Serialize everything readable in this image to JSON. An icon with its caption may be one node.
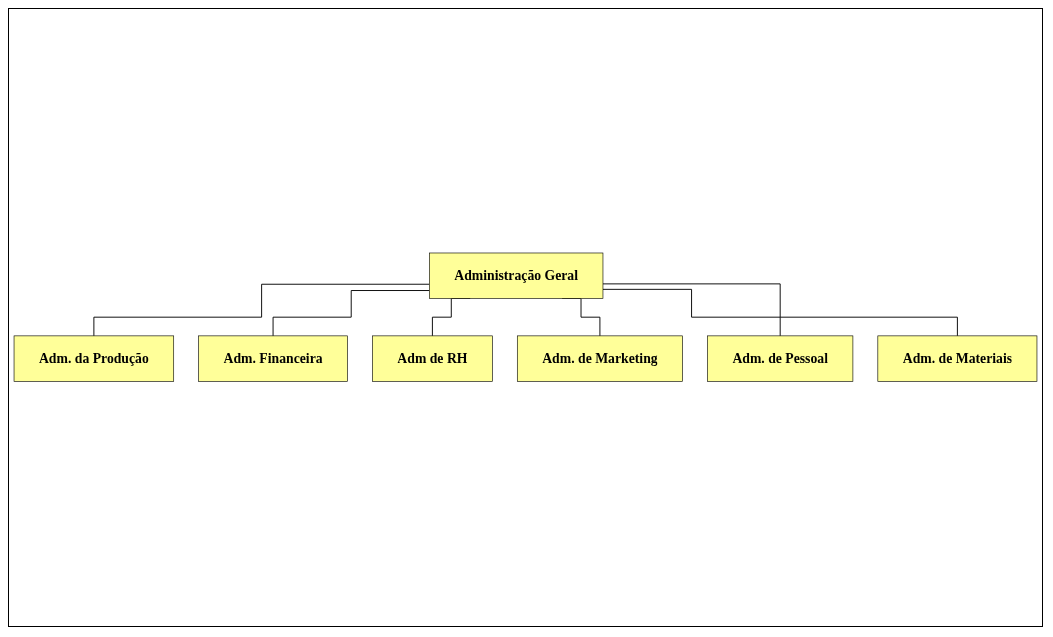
{
  "diagram": {
    "nodes": [
      {
        "text": [
          "Administração Geral"
        ]
      },
      {
        "text": [
          "Adm. da Produção"
        ]
      },
      {
        "text": [
          "Adm. Financeira"
        ]
      },
      {
        "text": [
          "Adm de RH"
        ]
      },
      {
        "text": [
          "Adm. de Marketing"
        ]
      },
      {
        "text": [
          "Adm. de Pessoal"
        ]
      },
      {
        "text": [
          "Adm. de Materiais"
        ]
      }
    ],
    "edges": [
      {
        "from": 0,
        "to": 1,
        "arrow": "none"
      },
      {
        "from": 0,
        "to": 2,
        "arrow": "none"
      },
      {
        "from": 0,
        "to": 3,
        "arrow": "none"
      },
      {
        "from": 0,
        "to": 4,
        "arrow": "none"
      },
      {
        "from": 0,
        "to": 5,
        "arrow": "none"
      },
      {
        "from": 0,
        "to": 6,
        "arrow": "none"
      }
    ]
  }
}
